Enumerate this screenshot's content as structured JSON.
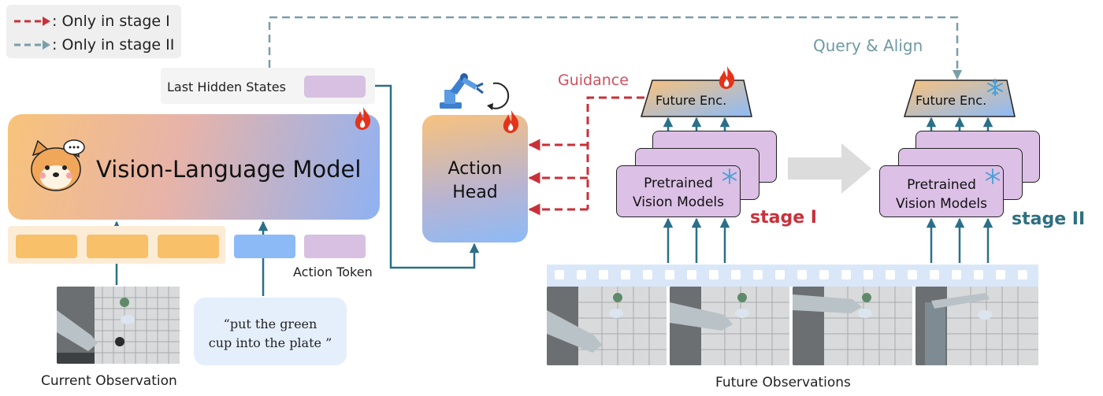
{
  "legend": {
    "stage1_text": ": Only in stage I",
    "stage2_text": ": Only in stage II",
    "stage1_color": "#c8303a",
    "stage2_color": "#7a9ea8"
  },
  "vlm": {
    "title": "Vision-Language Model",
    "mascot_icon": "shiba-dog-icon",
    "hidden_states_label": "Last Hidden States",
    "action_token_label": "Action Token"
  },
  "inputs": {
    "instruction_line1": "“put the green",
    "instruction_line2": "cup into the plate ”",
    "current_observation_caption": "Current Observation",
    "future_observations_caption": "Future Observations"
  },
  "action_head": {
    "line1": "Action",
    "line2": "Head",
    "robot_icon": "robot-arm-icon"
  },
  "stage1": {
    "guidance_label": "Guidance",
    "encoder_label": "Future Enc.",
    "encoder_state_icon": "fire-icon",
    "vision_model_line1": "Pretrained",
    "vision_model_line2": "Vision Models",
    "label": "stage I",
    "label_color": "#c8303a"
  },
  "stage2": {
    "query_label": "Query & Align",
    "encoder_label": "Future Enc.",
    "encoder_state_icon": "snowflake-icon",
    "vision_model_line1": "Pretrained",
    "vision_model_line2": "Vision Models",
    "label": "stage II",
    "label_color": "#2f6f82"
  },
  "colors": {
    "connector": "#2b6f88",
    "trainable": "#e5331b",
    "frozen": "#4aa0d8"
  }
}
